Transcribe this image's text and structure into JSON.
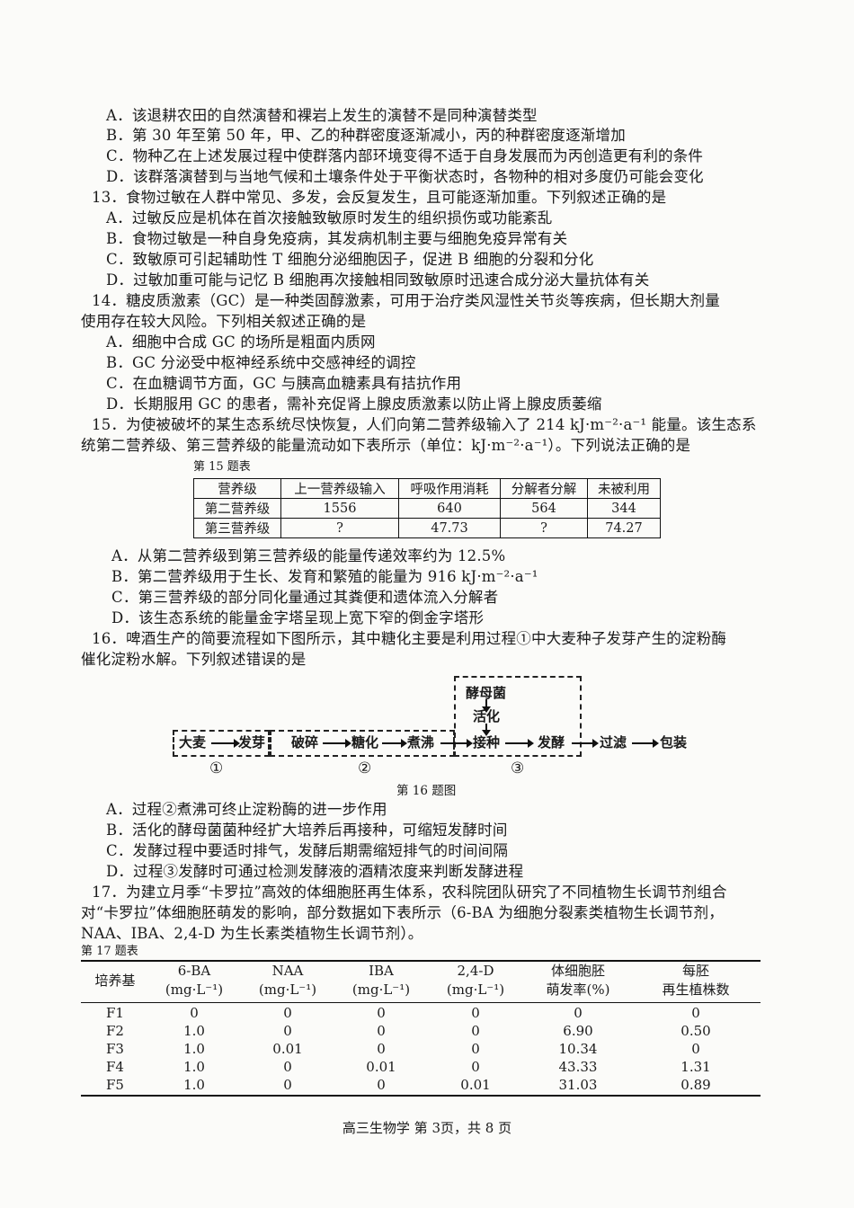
{
  "q12_options": [
    "A．该退耕农田的自然演替和裸岩上发生的演替不是同种演替类型",
    "B．第 30 年至第 50 年，甲、乙的种群密度逐渐减小，丙的种群密度逐渐增加",
    "C．物种乙在上述发展过程中使群落内部环境变得不适于自身发展而为丙创造更有利的条件",
    "D．该群落演替到与当地气候和土壤条件处于平衡状态时，各物种的相对多度仍可能会变化"
  ],
  "q13": {
    "stem": "13．食物过敏在人群中常见、多发，会反复发生，且可能逐渐加重。下列叙述正确的是",
    "options": [
      "A．过敏反应是机体在首次接触致敏原时发生的组织损伤或功能紊乱",
      "B．食物过敏是一种自身免疫病，其发病机制主要与细胞免疫异常有关",
      "C．致敏原可引起辅助性 T 细胞分泌细胞因子，促进 B 细胞的分裂和分化",
      "D．过敏加重可能与记忆 B 细胞再次接触相同致敏原时迅速合成分泌大量抗体有关"
    ]
  },
  "q14": {
    "stem1": "14．糖皮质激素（GC）是一种类固醇激素，可用于治疗类风湿性关节炎等疾病，但长期大剂量",
    "stem2": "使用存在较大风险。下列相关叙述正确的是",
    "options": [
      "A．细胞中合成 GC 的场所是粗面内质网",
      "B．GC 分泌受中枢神经系统中交感神经的调控",
      "C．在血糖调节方面，GC 与胰高血糖素具有拮抗作用",
      "D．长期服用 GC 的患者，需补充促肾上腺皮质激素以防止肾上腺皮质萎缩"
    ]
  },
  "q15": {
    "stem1": "15．为使被破坏的某生态系统尽快恢复，人们向第二营养级输入了 214 kJ·m⁻²·a⁻¹ 能量。该生态系",
    "stem2": "统第二营养级、第三营养级的能量流动如下表所示（单位：kJ·m⁻²·a⁻¹）。下列说法正确的是",
    "table_caption": "第 15 题表",
    "table_header": [
      "营养级",
      "上一营养级输入",
      "呼吸作用消耗",
      "分解者分解",
      "未被利用"
    ],
    "table_rows": [
      [
        "第二营养级",
        "1556",
        "640",
        "564",
        "344"
      ],
      [
        "第三营养级",
        "?",
        "47.73",
        "?",
        "74.27"
      ]
    ],
    "options": [
      "A．从第二营养级到第三营养级的能量传递效率约为 12.5%",
      "B．第二营养级用于生长、发育和繁殖的能量为 916 kJ·m⁻²·a⁻¹",
      "C．第三营养级的部分同化量通过其粪便和遗体流入分解者",
      "D．该生态系统的能量金字塔呈现上宽下窄的倒金字塔形"
    ]
  },
  "q16": {
    "stem1": "16．啤酒生产的简要流程如下图所示，其中糖化主要是利用过程①中大麦种子发芽产生的淀粉酶",
    "stem2": "催化淀粉水解。下列叙述错误的是",
    "flow": {
      "yeast": "酵母菌",
      "activate": "活化",
      "steps": [
        "大麦",
        "发芽",
        "破碎",
        "糖化",
        "煮沸",
        "接种",
        "发酵",
        "过滤",
        "包装"
      ],
      "labels": [
        "①",
        "②",
        "③"
      ]
    },
    "figure_caption": "第 16 题图",
    "options": [
      "A．过程②煮沸可终止淀粉酶的进一步作用",
      "B．活化的酵母菌菌种经扩大培养后再接种，可缩短发酵时间",
      "C．发酵过程中要适时排气，发酵后期需缩短排气的时间间隔",
      "D．过程③发酵时可通过检测发酵液的酒精浓度来判断发酵进程"
    ]
  },
  "q17": {
    "stem1": "17．为建立月季“卡罗拉”高效的体细胞胚再生体系，农科院团队研究了不同植物生长调节剂组合",
    "stem2": "对“卡罗拉”体细胞胚萌发的影响，部分数据如下表所示（6-BA 为细胞分裂素类植物生长调节剂，",
    "stem3": "NAA、IBA、2,4-D 为生长素类植物生长调节剂）。",
    "table_caption": "第 17 题表",
    "header_top": [
      "培养基",
      "6-BA",
      "NAA",
      "IBA",
      "2,4-D",
      "体细胞胚",
      "每胚"
    ],
    "header_bottom": [
      "(mg·L⁻¹)",
      "(mg·L⁻¹)",
      "(mg·L⁻¹)",
      "(mg·L⁻¹)",
      "萌发率(%)",
      "再生植株数"
    ],
    "rows": [
      [
        "F1",
        "0",
        "0",
        "0",
        "0",
        "0",
        "0"
      ],
      [
        "F2",
        "1.0",
        "0",
        "0",
        "0",
        "6.90",
        "0.50"
      ],
      [
        "F3",
        "1.0",
        "0.01",
        "0",
        "0",
        "10.34",
        "0"
      ],
      [
        "F4",
        "1.0",
        "0",
        "0.01",
        "0",
        "43.33",
        "1.31"
      ],
      [
        "F5",
        "1.0",
        "0",
        "0",
        "0.01",
        "31.03",
        "0.89"
      ]
    ]
  },
  "footer": "高三生物学 第 3页，共 8 页"
}
